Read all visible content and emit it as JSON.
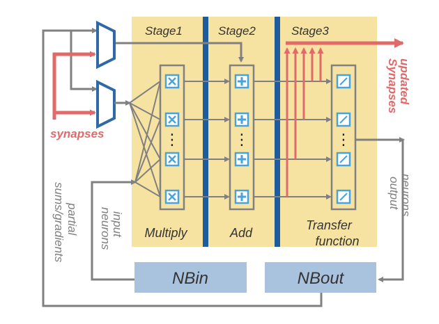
{
  "stages": {
    "stage1": "Stage1",
    "stage2": "Stage2",
    "stage3": "Stage3"
  },
  "columns": {
    "multiply": "Multiply",
    "add": "Add",
    "transfer_line1": "Transfer",
    "transfer_line2": "function"
  },
  "buffers": {
    "nbin": "NBin",
    "nbout": "NBout"
  },
  "labels": {
    "synapses": "synapses",
    "updated_line1": "updated",
    "updated_line2": "Synapses",
    "partial_line1": "partial",
    "partial_line2": "sums/gradients",
    "input_line1": "input",
    "input_line2": "neurons",
    "output_line1": "output",
    "output_line2": "neurons",
    "ellipsis": "⋮"
  },
  "colors": {
    "stage_bg": "#f7e3a1",
    "divider": "#1f5c9c",
    "arrow_gray": "#808080",
    "arrow_red": "#e06a6a",
    "buffer_box": "#a9c3de",
    "op_cell": "#4aa3d8",
    "text_gray": "#7f7f7f",
    "text_red": "#e06a6a"
  }
}
